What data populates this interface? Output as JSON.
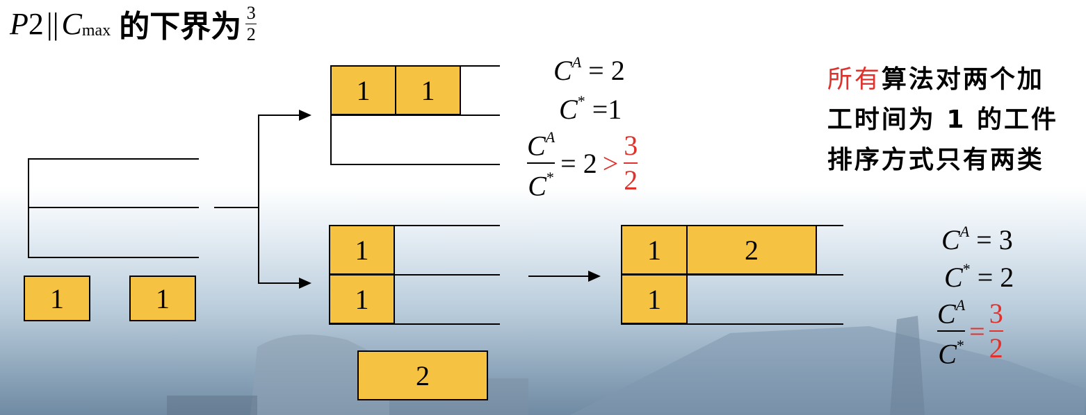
{
  "title": {
    "problem_p": "P",
    "problem_2": "2",
    "problem_bars": "||",
    "problem_c": "C",
    "problem_sub": "max",
    "text": "的下界为",
    "frac_num": "3",
    "frac_den": "2"
  },
  "jobs": {
    "initial": [
      "1",
      "1"
    ],
    "top": [
      "1",
      "1"
    ],
    "bottom_m1": "1",
    "bottom_m2": "1",
    "incoming": "2",
    "right_m1_a": "1",
    "right_m1_b": "2",
    "right_m2": "1"
  },
  "eq_top": {
    "ca_label": "C",
    "ca_sup": "A",
    "ca_val": "= 2",
    "cs_label": "C",
    "cs_sup": "*",
    "cs_val": "=1",
    "ratio_eq": "= 2",
    "gt": ">",
    "num": "3",
    "den": "2"
  },
  "eq_right": {
    "ca_label": "C",
    "ca_sup": "A",
    "ca_val": "= 3",
    "cs_label": "C",
    "cs_sup": "*",
    "cs_val": "= 2",
    "eq": "=",
    "num": "3",
    "den": "2"
  },
  "note": {
    "highlight": "所有",
    "line1_rest": "算法对两个加",
    "line2": "工时间为 1 的工件",
    "line3": "排序方式只有两类"
  },
  "colors": {
    "job_fill": "#f5c242",
    "accent_red": "#e0322c"
  }
}
